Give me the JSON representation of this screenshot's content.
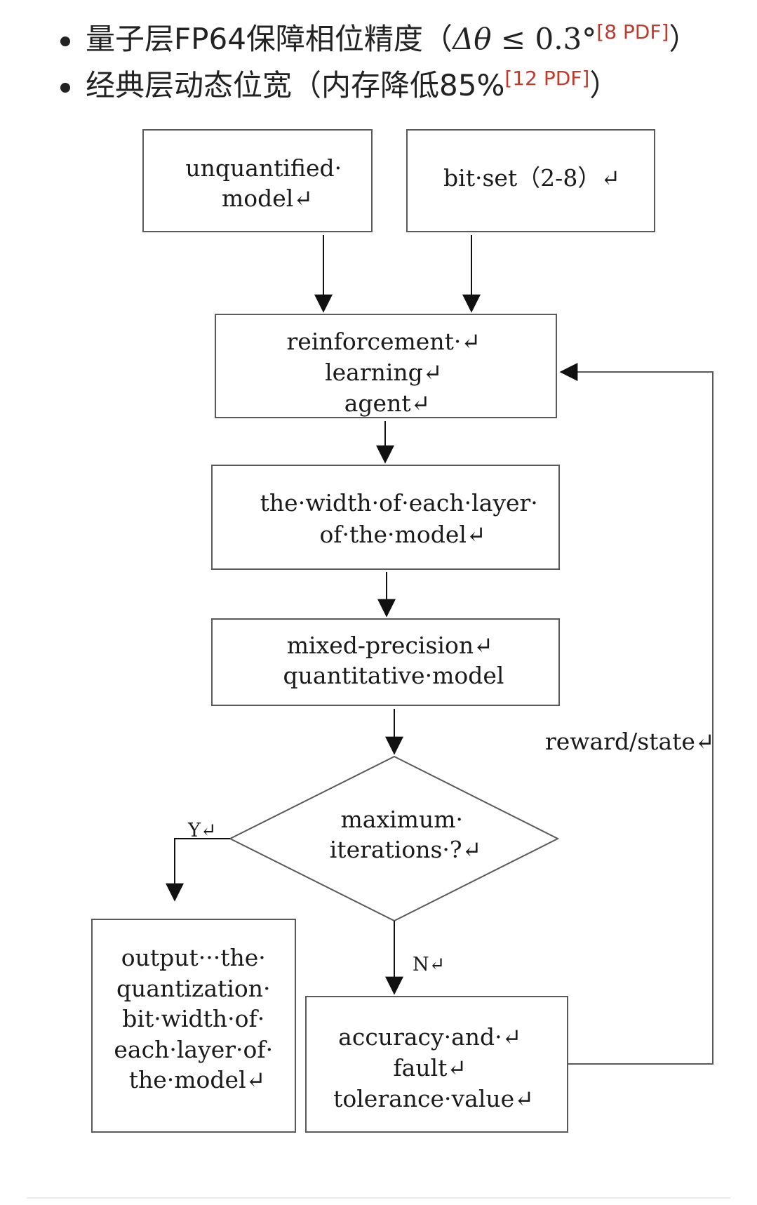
{
  "bullets": [
    {
      "text": "量子层FP64保障相位精度（",
      "math_delta": "Δθ",
      "math_rel": " ≤ ",
      "math_value": "0.3°",
      "cite": "[8 PDF]",
      "close": "）"
    },
    {
      "text": "经典层动态位宽（内存降低85%",
      "cite": "[12 PDF]",
      "close": "）"
    }
  ],
  "flowchart": {
    "unquantified_model": [
      "unquantified·",
      "model↵"
    ],
    "bit_set": [
      "bit·set（2-8）↵"
    ],
    "rl_agent": [
      "reinforcement·↵",
      "learning↵",
      "agent↵"
    ],
    "layer_width": [
      "the·width·of·each·layer·",
      "of·the·model↵"
    ],
    "mixed_precision": [
      "mixed-precision↵",
      "quantitative·model"
    ],
    "decision": [
      "maximum·",
      "iterations·?↵"
    ],
    "output": [
      "output···the·",
      "quantization·",
      "bit·width·of·",
      "each·layer·of·",
      "the·model↵"
    ],
    "accuracy": [
      "accuracy·and·↵",
      "fault↵",
      "tolerance·value↵"
    ],
    "label_yes": "Y↵",
    "label_no": "N↵",
    "label_feedback": "reward/state↵"
  },
  "colors": {
    "stroke": "#5a5a5a",
    "text": "#1a1a1a",
    "citation": "#c0392b"
  }
}
